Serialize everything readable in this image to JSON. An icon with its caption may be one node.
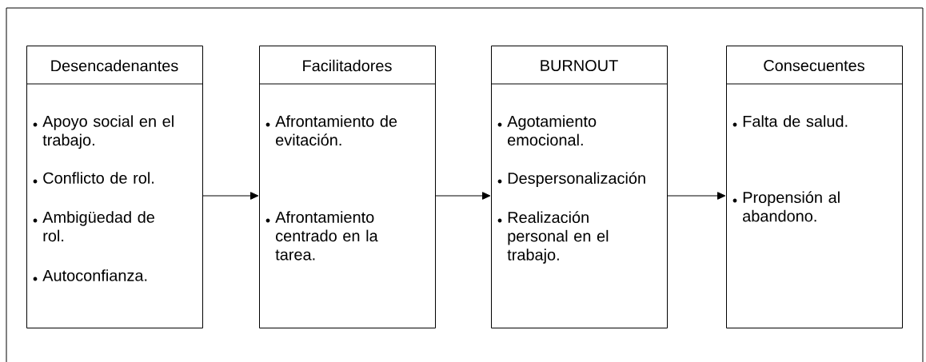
{
  "diagram": {
    "nodes": [
      {
        "text": [
          "Desencadenantes",
          "Apoyo social en el trabajo.",
          "Conflicto de rol.",
          "Ambigüedad de rol.",
          "Autoconfianza."
        ]
      },
      {
        "text": [
          "Facilitadores",
          "Afrontamiento de evitación.",
          "Afrontamiento centrado en la tarea."
        ]
      },
      {
        "text": [
          "BURNOUT",
          "Agotamiento emocional.",
          "Despersonalización",
          "Realización personal en el trabajo."
        ]
      },
      {
        "text": [
          "Consecuentes",
          "Falta de salud.",
          "Propensión al abandono."
        ]
      }
    ],
    "edges": [
      {
        "from": 0,
        "to": 1,
        "arrow": "to"
      },
      {
        "from": 1,
        "to": 2,
        "arrow": "to"
      },
      {
        "from": 2,
        "to": 3,
        "arrow": "to"
      }
    ]
  }
}
